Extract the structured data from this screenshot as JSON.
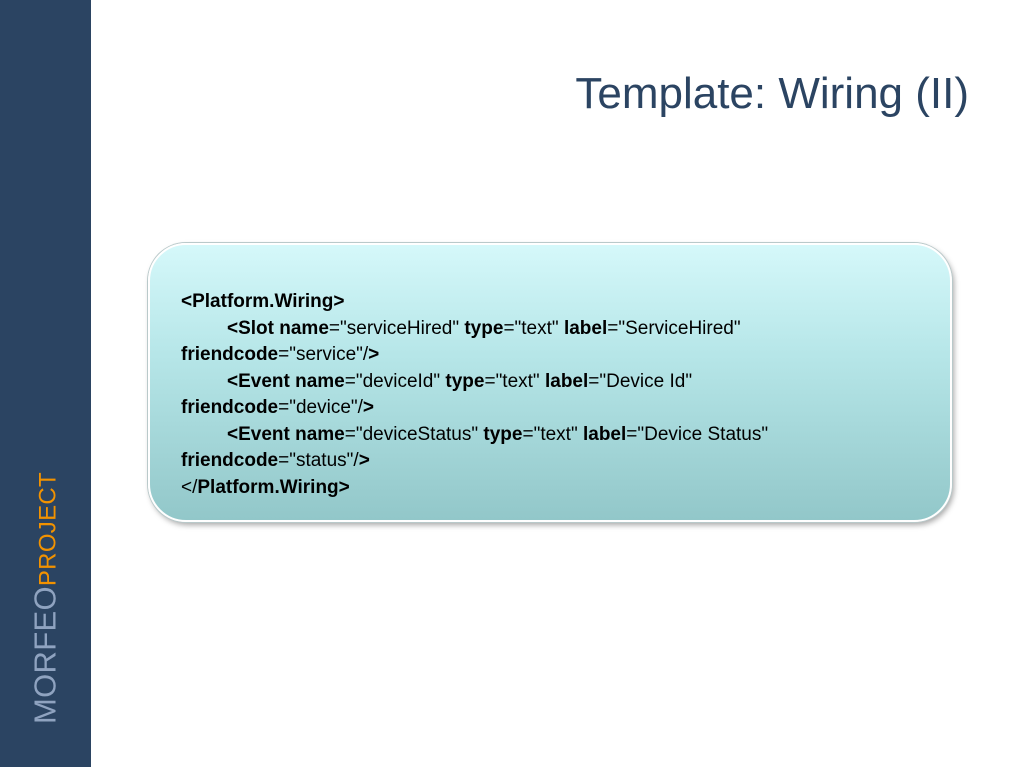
{
  "slide": {
    "title": "Template: Wiring (II)",
    "brand": {
      "main": "MORFEO",
      "accent": "PROJECT"
    },
    "colors": {
      "sidebar": "#2b4462",
      "brand_main": "#8fa3c0",
      "brand_accent": "#f29200",
      "title": "#2b4462",
      "box_top": "#d5f8fa",
      "box_bottom": "#92c7c9"
    }
  },
  "code": {
    "open_tag": "<Platform.Wiring>",
    "slot": {
      "open": "<Slot name",
      "name_val": "=\"serviceHired\" ",
      "type_key": "type",
      "type_val": "=\"text\" ",
      "label_key": "label",
      "label_val": "=\"ServiceHired\"",
      "friend_key": "friendcode",
      "friend_val": "=\"service\"/",
      "close": ">"
    },
    "event1": {
      "open": "<Event name",
      "name_val": "=\"deviceId\" ",
      "type_key": "type",
      "type_val": "=\"text\" ",
      "label_key": "label",
      "label_val": "=\"Device Id\"",
      "friend_key": "friendcode",
      "friend_val": "=\"device\"/",
      "close": ">"
    },
    "event2": {
      "open": "<Event name",
      "name_val": "=\"deviceStatus\" ",
      "type_key": "type",
      "type_val": "=\"text\" ",
      "label_key": "label",
      "label_val": "=\"Device Status\"",
      "friend_key": "friendcode",
      "friend_val": "=\"status\"/",
      "close": ">"
    },
    "close_tag_slash": "</",
    "close_tag_name": "Platform.Wiring>"
  }
}
